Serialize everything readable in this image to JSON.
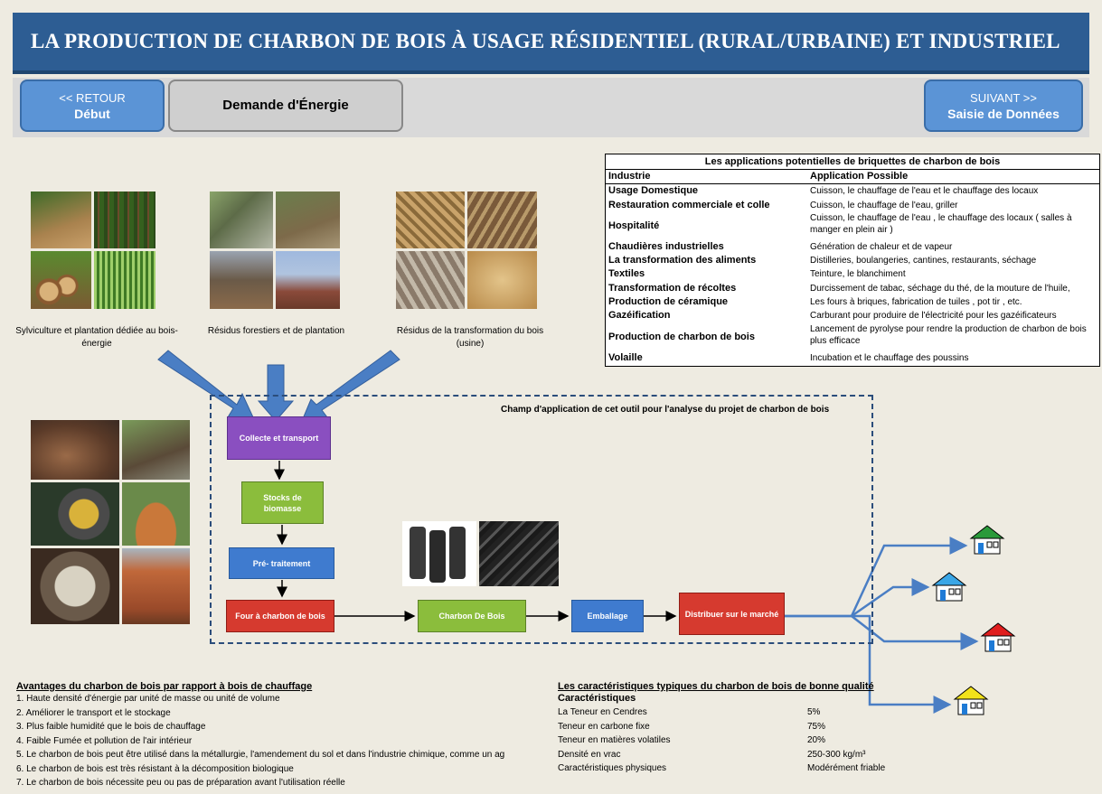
{
  "title": "LA PRODUCTION DE CHARBON DE BOIS À USAGE RÉSIDENTIEL (RURAL/URBAINE) ET INDUSTRIEL",
  "nav": {
    "back_line1": "<< RETOUR",
    "back_line2": "Début",
    "current": "Demande d'Énergie",
    "next_line1": "SUIVANT >>",
    "next_line2": "Saisie de Données"
  },
  "applications": {
    "title": "Les applications potentielles de briquettes de charbon de bois",
    "col_industry": "Industrie",
    "col_application": "Application Possible",
    "rows": [
      {
        "industry": "Usage Domestique",
        "application": "Cuisson, le chauffage de l'eau et le chauffage des locaux"
      },
      {
        "industry": "Restauration commerciale et colle",
        "application": "Cuisson, le chauffage de l'eau, griller"
      },
      {
        "industry": "Hospitalité",
        "application": "Cuisson, le chauffage de l'eau , le chauffage des locaux ( salles à manger en plein air )"
      },
      {
        "industry": "Chaudières industrielles",
        "application": "Génération de chaleur et de vapeur"
      },
      {
        "industry": "La transformation des aliments",
        "application": "Distilleries, boulangeries, cantines, restaurants, séchage"
      },
      {
        "industry": "Textiles",
        "application": "Teinture, le blanchiment"
      },
      {
        "industry": "Transformation de récoltes",
        "application": "Durcissement de tabac, séchage du thé, de la mouture de l'huile,"
      },
      {
        "industry": "Production de céramique",
        "application": "Les fours à briques, fabrication de tuiles , pot tir , etc."
      },
      {
        "industry": "Gazéification",
        "application": "Carburant pour produire de l'électricité pour les gazéificateurs"
      },
      {
        "industry": "Production de charbon de bois",
        "application": "Lancement de pyrolyse pour rendre la production de charbon de bois plus efficace"
      },
      {
        "industry": "Volaille",
        "application": "Incubation et le chauffage des poussins"
      }
    ]
  },
  "sources": {
    "forestry": "Sylviculture et plantation dédiée au bois-énergie",
    "residues": "Résidus forestiers et de plantation",
    "mill": "Résidus de la transformation du bois (usine)"
  },
  "scope_label": "Champ d'application de cet outil pour l'analyse du projet de charbon de bois",
  "flow": {
    "collect": "Collecte et transport",
    "stock": "Stocks de biomasse",
    "pretreat": "Pré- traitement",
    "kiln": "Four à charbon de bois",
    "charcoal": "Charbon De Bois",
    "packaging": "Emballage",
    "distribute": "Distribuer sur le marché"
  },
  "advantages": {
    "title": "Avantages du charbon de bois par rapport à bois de chauffage",
    "items": [
      "1. Haute densité d'énergie par unité de masse ou unité de volume",
      "2. Améliorer le transport et le stockage",
      "3. Plus faible humidité que le bois de chauffage",
      "4. Faible  Fumée et pollution de l'air intérieur",
      "5. Le charbon de bois peut être utilisé dans la métallurgie, l'amendement du sol et dans l'industrie chimique, comme un ag",
      "6. Le charbon de bois est très résistant à la décomposition biologique",
      "7. Le charbon de bois nécessite peu ou pas de préparation avant l'utilisation réelle"
    ]
  },
  "characteristics": {
    "title": "Les caractéristiques typiques du charbon de bois de bonne qualité",
    "header": "Caractéristiques",
    "rows": [
      {
        "name": "La Teneur en Cendres",
        "value": "5%"
      },
      {
        "name": "Teneur en carbone fixe",
        "value": "75%"
      },
      {
        "name": "Teneur en matières volatiles",
        "value": "20%"
      },
      {
        "name": "Densité en vrac",
        "value": "250-300 kg/m³"
      },
      {
        "name": "Caractéristiques physiques",
        "value": "Modérément friable"
      }
    ]
  },
  "colors": {
    "banner": "#2d5d93",
    "arrow": "#4a7ec4",
    "purple": "#8a4fc0",
    "green": "#8bbd3c",
    "blue": "#3f7bcf",
    "red": "#d63a2f"
  }
}
